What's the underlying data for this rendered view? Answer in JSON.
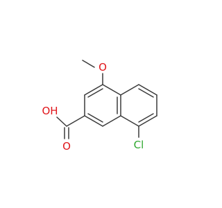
{
  "structure": {
    "colors": {
      "bond": "#3a3a3a",
      "oxygen": "#e0161b",
      "chlorine": "#2fa82f"
    },
    "labels": {
      "methoxy_oxygen": "O",
      "acid_hydroxyl": "OH",
      "acid_carbonyl_oxygen": "O",
      "chlorine": "Cl"
    }
  }
}
